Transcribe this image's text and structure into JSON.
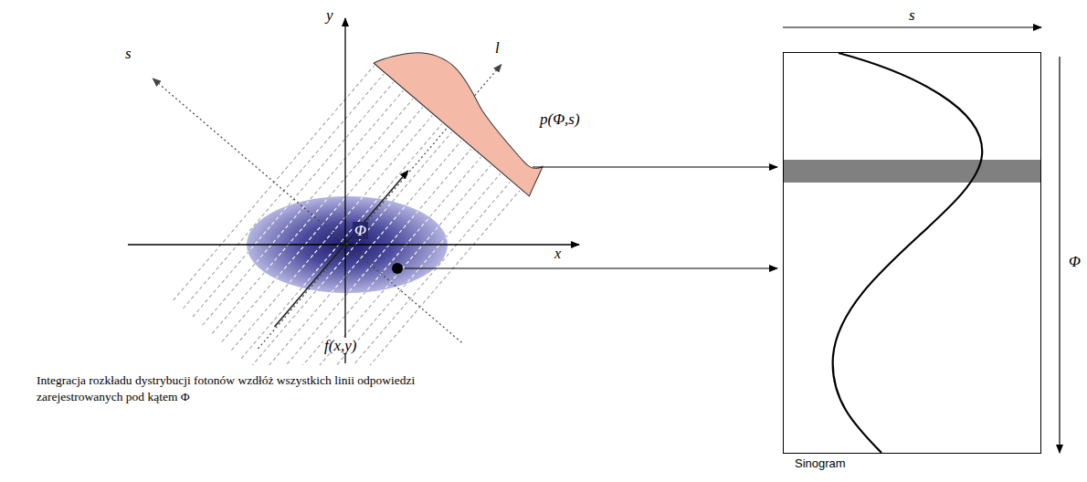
{
  "diagram": {
    "caption": "Integracja rozkładu dystrybucji fotonów wzdłóż wszystkich linii odpowiedzi zarejestrowanych pod kątem Φ",
    "nodes": [
      {
        "text": [
          "Sinogram"
        ]
      }
    ],
    "labels": [
      "s",
      "y",
      "l",
      "p(Φ,s)",
      "Φ",
      "x",
      "f(x,y)",
      "s",
      "Φ"
    ]
  }
}
